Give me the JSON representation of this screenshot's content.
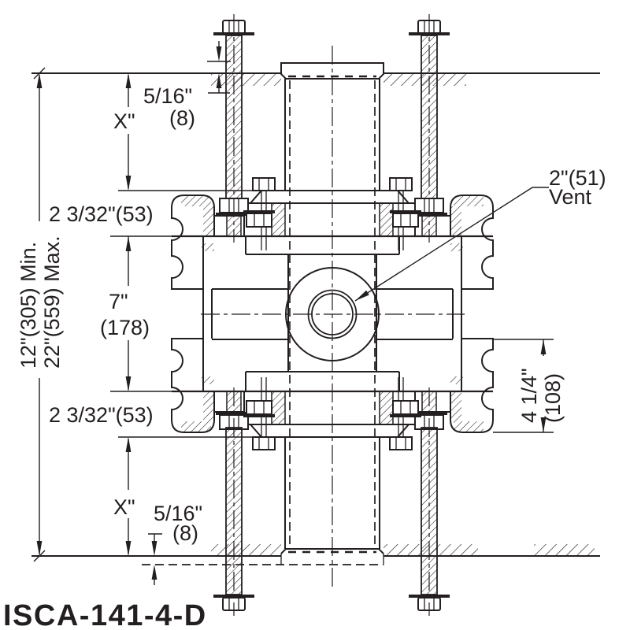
{
  "drawing": {
    "title": "ISCA-141-4-D",
    "labels": {
      "overall_line1": "12\"(305) Min.",
      "overall_line2": "22\"(559) Max.",
      "top_exposure_in": "5/16\"",
      "top_exposure_mm": "(8)",
      "top_adjust": "X\"",
      "upper_flange": "2 3/32\"(53)",
      "body_in": "7\"",
      "body_mm": "(178)",
      "lower_flange": "2 3/32\"(53)",
      "bottom_adjust": "X\"",
      "bottom_exposure_in": "5/16\"",
      "bottom_exposure_mm": "(8)",
      "side_in": "4 1/4\"",
      "side_mm": "(108)",
      "vent_size": "2\"(51)",
      "vent_word": "Vent"
    },
    "colors": {
      "line": "#231f20",
      "background": "#ffffff"
    }
  }
}
